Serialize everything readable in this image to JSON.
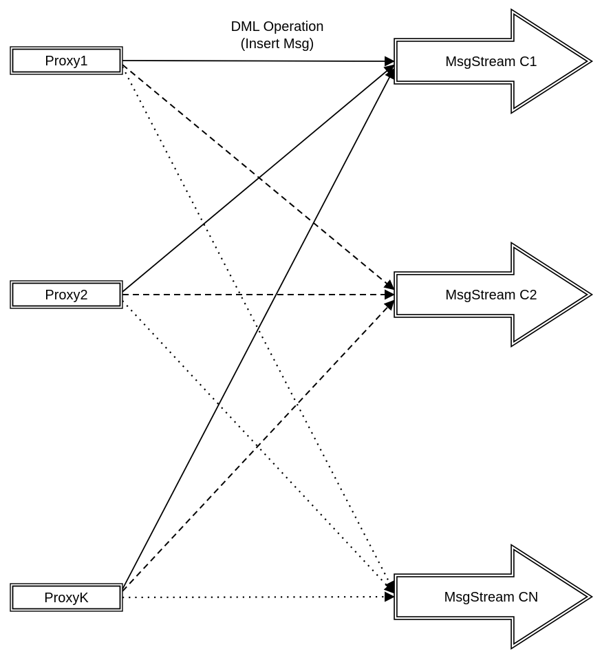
{
  "diagram": {
    "annotation": {
      "line1": "DML Operation",
      "line2": "(Insert Msg)"
    },
    "proxies": [
      {
        "id": "proxy1",
        "label": "Proxy1"
      },
      {
        "id": "proxy2",
        "label": "Proxy2"
      },
      {
        "id": "proxyk",
        "label": "ProxyK"
      }
    ],
    "streams": [
      {
        "id": "msgstream-c1",
        "label": "MsgStream C1"
      },
      {
        "id": "msgstream-c2",
        "label": "MsgStream C2"
      },
      {
        "id": "msgstream-cn",
        "label": "MsgStream CN"
      }
    ],
    "connections": [
      {
        "from": "Proxy1",
        "to": "MsgStream C1",
        "line_style": "solid"
      },
      {
        "from": "Proxy2",
        "to": "MsgStream C1",
        "line_style": "solid"
      },
      {
        "from": "ProxyK",
        "to": "MsgStream C1",
        "line_style": "solid"
      },
      {
        "from": "Proxy1",
        "to": "MsgStream C2",
        "line_style": "dashed"
      },
      {
        "from": "Proxy2",
        "to": "MsgStream C2",
        "line_style": "dashed"
      },
      {
        "from": "ProxyK",
        "to": "MsgStream C2",
        "line_style": "dashed"
      },
      {
        "from": "Proxy1",
        "to": "MsgStream CN",
        "line_style": "dotted"
      },
      {
        "from": "Proxy2",
        "to": "MsgStream CN",
        "line_style": "dotted"
      },
      {
        "from": "ProxyK",
        "to": "MsgStream CN",
        "line_style": "dotted"
      }
    ],
    "colors": {
      "stroke": "#000000",
      "fill": "#ffffff",
      "background": "#ffffff"
    }
  }
}
